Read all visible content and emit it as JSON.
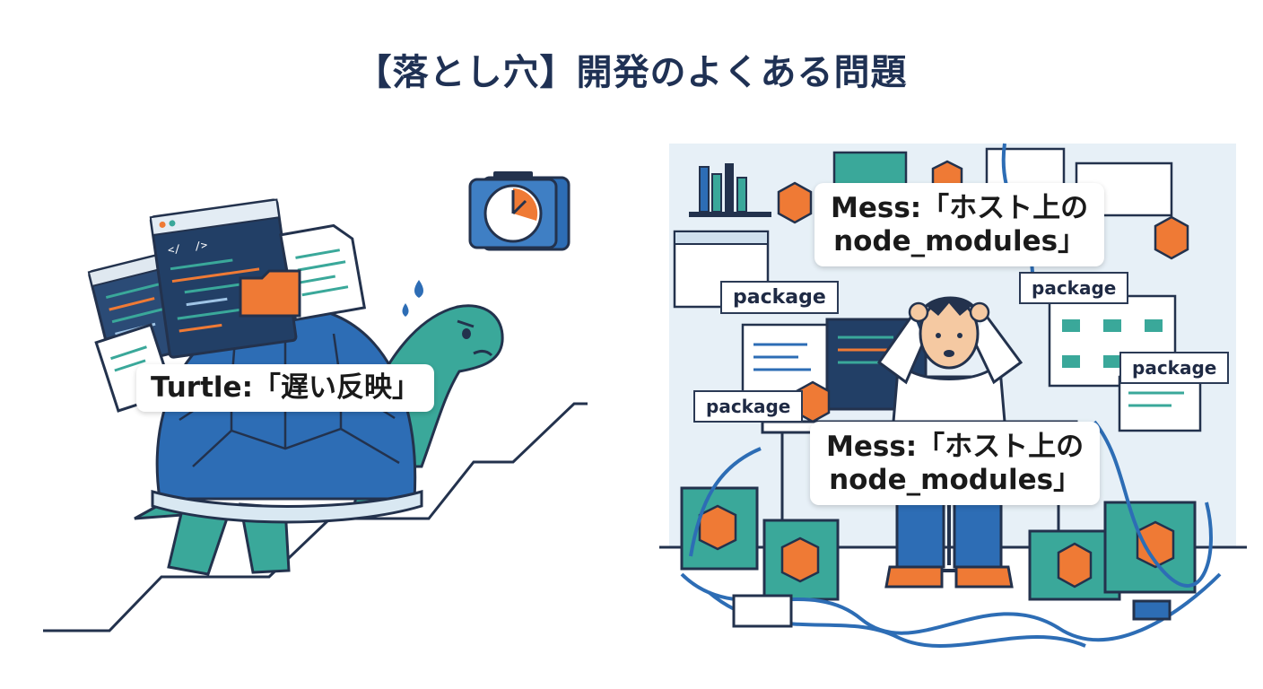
{
  "title": "【落とし穴】開発のよくある問題",
  "callouts": {
    "turtle": "Turtle:「遅い反映」",
    "mess_top_line1": "Mess:「ホスト上の",
    "mess_top_line2": "node_modules」",
    "mess_bottom_line1": "Mess:「ホスト上の",
    "mess_bottom_line2": "node_modules」"
  },
  "package_labels": [
    "package",
    "package",
    "package",
    "package"
  ],
  "code_glyphs": {
    "tag_open": "</",
    "tag_close": "/>"
  },
  "icons": [
    "turtle-icon",
    "clock-icon",
    "folder-icon",
    "package-box-icon",
    "cable-icon",
    "monitor-icon",
    "document-icon"
  ],
  "colors": {
    "navy": "#1f3154",
    "teal": "#3aa89a",
    "blue": "#2d6db5",
    "orange": "#ef7a35",
    "light_blue_bg": "#e7f0f7",
    "outline": "#23324d"
  }
}
